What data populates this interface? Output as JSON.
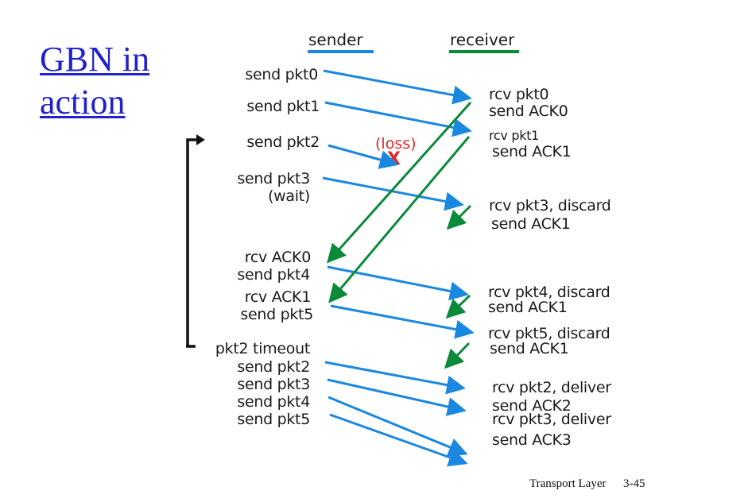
{
  "title": {
    "line1": "GBN in",
    "line2": "action"
  },
  "headers": {
    "sender": "sender",
    "receiver": "receiver",
    "sender_color": "#1a88e0",
    "receiver_color": "#0b8a3a"
  },
  "sender_events": [
    "send pkt0",
    "send pkt1",
    "send pkt2",
    "send pkt3",
    "(wait)",
    "rcv ACK0",
    "send pkt4",
    "rcv ACK1",
    "send pkt5",
    "pkt2 timeout",
    "send pkt2",
    "send pkt3",
    "send pkt4",
    "send pkt5"
  ],
  "receiver_events": [
    "rcv pkt0",
    "send ACK0",
    "rcv pkt1",
    "send ACK1",
    "rcv pkt3, discard",
    "send ACK1",
    "rcv pkt4, discard",
    "send ACK1",
    "rcv pkt5, discard",
    "send ACK1",
    "rcv pkt2, deliver",
    "send ACK2",
    "rcv pkt3, deliver",
    "send ACK3"
  ],
  "loss": {
    "label": "(loss)",
    "mark": "X",
    "color": "#e32626"
  },
  "footer": {
    "section": "Transport Layer",
    "page": "3-45"
  }
}
